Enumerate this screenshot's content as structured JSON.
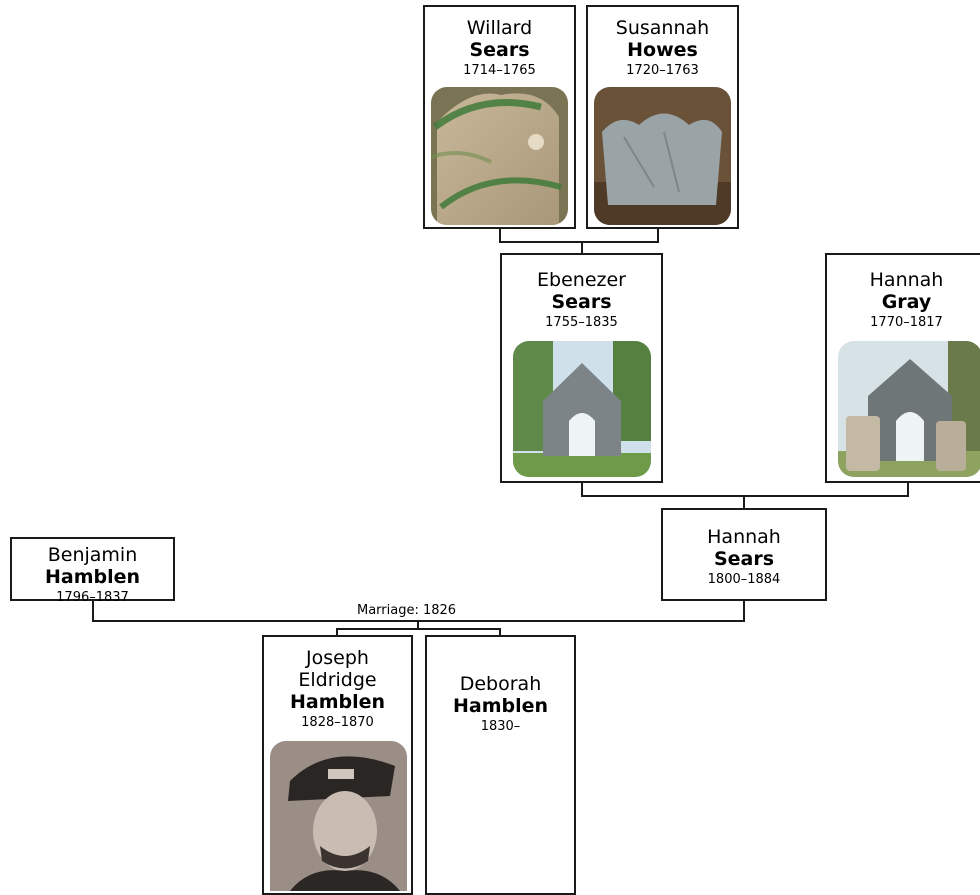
{
  "people": {
    "willard": {
      "first": "Willard",
      "last": "Sears",
      "dates": "1714–1765"
    },
    "susannah": {
      "first": "Susannah",
      "last": "Howes",
      "dates": "1720–1763"
    },
    "ebenezer": {
      "first": "Ebenezer",
      "last": "Sears",
      "dates": "1755–1835"
    },
    "hannahgray": {
      "first": "Hannah",
      "last": "Gray",
      "dates": "1770–1817"
    },
    "benjamin": {
      "first": "Benjamin",
      "last": "Hamblen",
      "dates": "1796–1837"
    },
    "hannahsears": {
      "first": "Hannah",
      "last": "Sears",
      "dates": "1800–1884"
    },
    "joseph": {
      "first1": "Joseph",
      "first2": "Eldridge",
      "last": "Hamblen",
      "dates": "1828–1870"
    },
    "deborah": {
      "first": "Deborah",
      "last": "Hamblen",
      "dates": "1830–"
    }
  },
  "marriage_label": "Marriage: 1826"
}
